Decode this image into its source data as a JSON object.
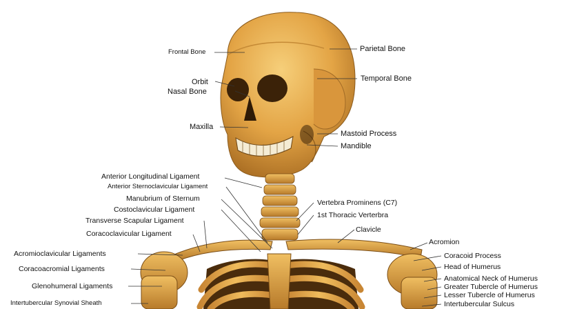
{
  "figure": {
    "icon": "skeleton-illustration",
    "colors": {
      "bone": "#e0a040",
      "bone_light": "#f2c46a",
      "bone_dark": "#8a5a1c",
      "shadow": "#5c3a12",
      "leader": "#333333"
    }
  },
  "labels": {
    "frontal_bone": "Frontal Bone",
    "parietal_bone": "Parietal Bone",
    "orbit": "Orbit",
    "nasal_bone": "Nasal Bone",
    "temporal_bone": "Temporal Bone",
    "maxilla": "Maxilla",
    "mastoid_process": "Mastoid Process",
    "mandible": "Mandible",
    "anterior_longitudinal_ligament": "Anterior Longitudinal Ligament",
    "anterior_sternoclavicular_ligament": "Anterior Sternoclavicular Ligament",
    "manubrium_of_sternum": "Manubrium of Sternum",
    "costoclavicular_ligament": "Costoclavicular Ligament",
    "transverse_scapular_ligament": "Transverse Scapular Ligament",
    "coracoclavicular_ligament": "Coracoclavicular Ligament",
    "vertebra_prominens": "Vertebra Prominens (C7)",
    "first_thoracic_vertebra": "1st Thoracic Verterbra",
    "clavicle": "Clavicle",
    "acromion": "Acromion",
    "acromioclavicular_ligaments": "Acromioclavicular Ligaments",
    "coracoacromial_ligaments": "Coracoacromial Ligaments",
    "glenohumeral_ligaments": "Glenohumeral Ligaments",
    "intertubercular_synovial_sheath": "Intertubercular Synovial Sheath",
    "coracoid_process": "Coracoid Process",
    "head_of_humerus": "Head of Humerus",
    "anatomical_neck_of_humerus": "Anatomical Neck of Humerus",
    "greater_tubercle_of_humerus": "Greater Tubercle of Humerus",
    "lesser_tubercle_of_humerus": "Lesser Tubercle of Humerus",
    "intertubercular_sulcus": "Intertubercular Sulcus"
  }
}
